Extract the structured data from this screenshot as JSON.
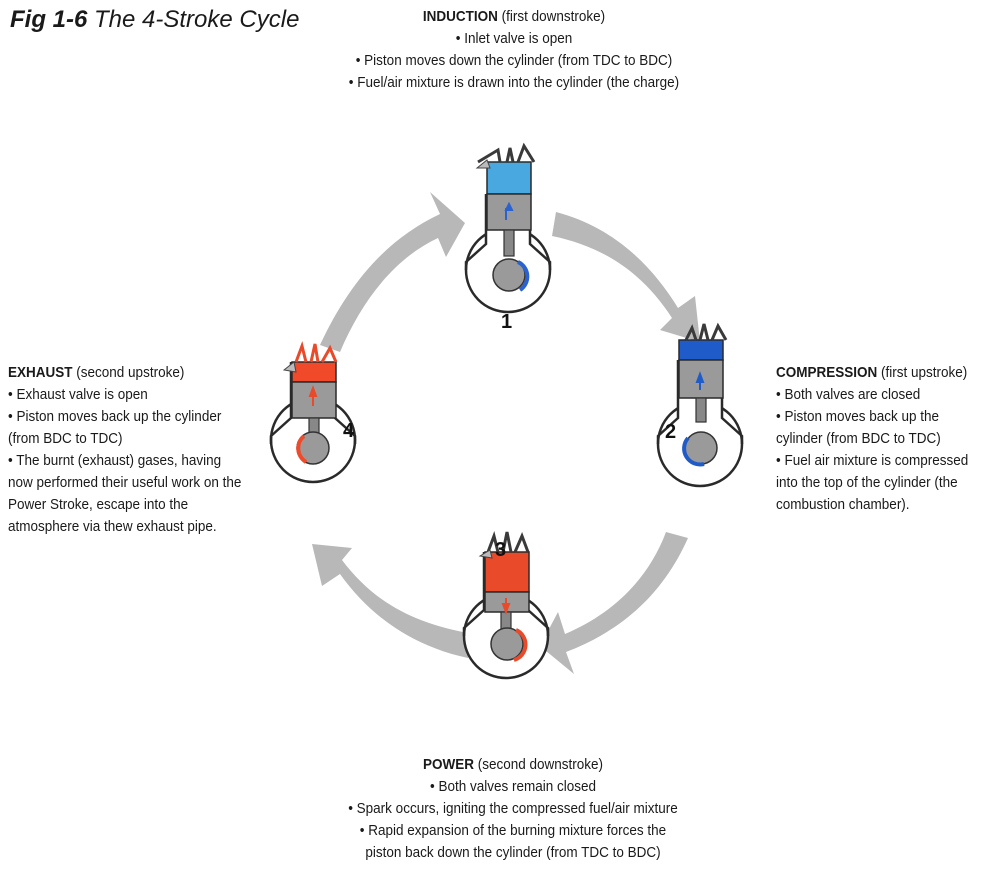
{
  "figure": {
    "label": "Fig 1-6",
    "title": "The 4-Stroke Cycle"
  },
  "strokes": {
    "induction": {
      "number": "1",
      "name": "INDUCTION",
      "qualifier": "(first downstroke)",
      "lines": [
        "• Inlet valve is open",
        "• Piston moves down the cylinder (from TDC to BDC)",
        "• Fuel/air mixture is drawn into the cylinder (the charge)"
      ],
      "color": "#4aa8e0"
    },
    "compression": {
      "number": "2",
      "name": "COMPRESSION",
      "qualifier": "(first upstroke)",
      "lines": [
        "• Both valves are closed",
        "• Piston moves back up the",
        "cylinder (from BDC to TDC)",
        "• Fuel air mixture is compressed",
        "into the top of the cylinder (the",
        "combustion chamber)."
      ],
      "color": "#1f5cc9"
    },
    "power": {
      "number": "3",
      "name": "POWER",
      "qualifier": "(second downstroke)",
      "lines": [
        "• Both valves remain closed",
        "• Spark occurs, igniting the compressed fuel/air mixture",
        "• Rapid expansion of the burning mixture forces the",
        "piston back down the cylinder (from TDC to BDC)"
      ],
      "color": "#e84a2a"
    },
    "exhaust": {
      "number": "4",
      "name": "EXHAUST",
      "qualifier": "(second upstroke)",
      "lines": [
        "• Exhaust valve is open",
        "• Piston moves back up the cylinder",
        "(from BDC to TDC)",
        "• The burnt (exhaust) gases, having",
        "now performed their useful work on the",
        "Power Stroke, escape into the",
        "atmosphere via thew exhaust pipe."
      ],
      "color": "#f04a2a"
    }
  },
  "colors": {
    "arrow": "#b8b8b8",
    "cylinder_grey": "#9a9a9a",
    "outline": "#2a2a2a"
  }
}
